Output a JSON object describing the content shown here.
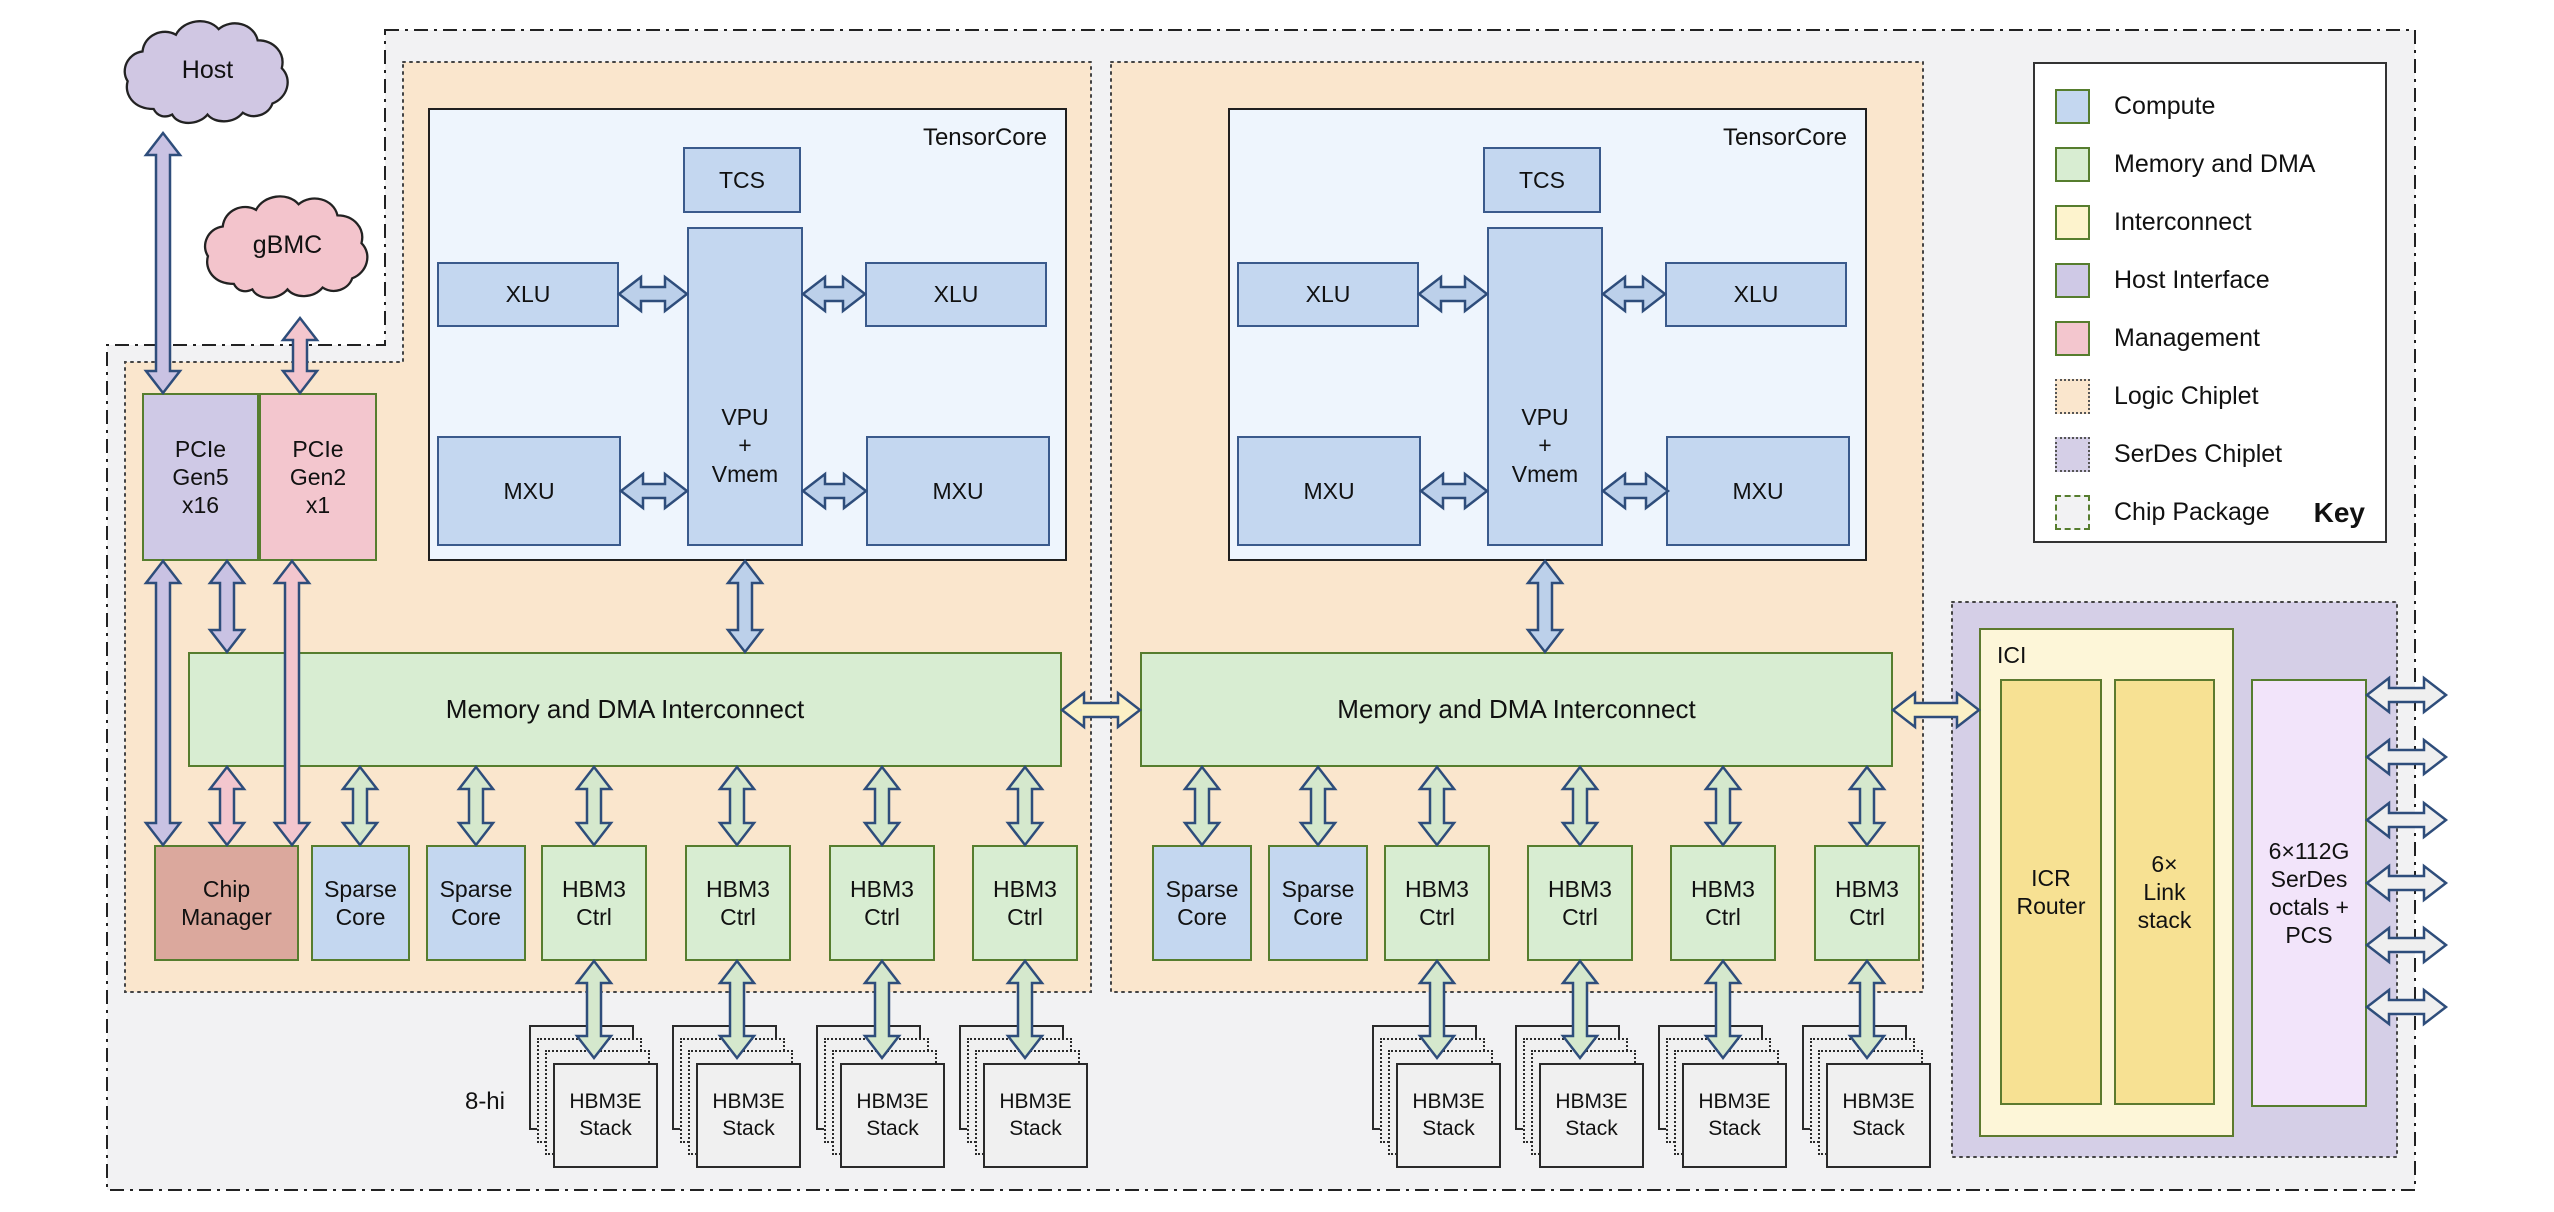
{
  "clouds": {
    "host_label": "Host",
    "gbmc_label": "gBMC"
  },
  "labels": {
    "pcie_gen5": "PCIe\nGen5\nx16",
    "pcie_gen2": "PCIe\nGen2\nx1",
    "chip_manager": "Chip\nManager",
    "sparse_core": "Sparse\nCore",
    "hbm3_ctrl": "HBM3\nCtrl",
    "tensorcore": "TensorCore",
    "tcs": "TCS",
    "xlu": "XLU",
    "vpu": "VPU\n+\nVmem",
    "mxu": "MXU",
    "interconnect": "Memory and DMA Interconnect",
    "hbm3e_stack": "HBM3E\nStack",
    "stack_height": "8-hi",
    "ici": "ICI",
    "icr_router": "ICR\nRouter",
    "link_stack": "6×\nLink\nstack",
    "serdes_octals": "6×112G\nSerDes\noctals +\nPCS"
  },
  "key": {
    "title": "Key",
    "items": [
      {
        "label": "Compute",
        "swatch": "solid",
        "color": "#c4d7f0"
      },
      {
        "label": "Memory and DMA",
        "swatch": "solid",
        "color": "#d8edd2"
      },
      {
        "label": "Interconnect",
        "swatch": "solid",
        "color": "#fdf3cd"
      },
      {
        "label": "Host Interface",
        "swatch": "solid",
        "color": "#cfc9e6"
      },
      {
        "label": "Management",
        "swatch": "solid",
        "color": "#f3c6ce"
      },
      {
        "label": "Logic Chiplet",
        "swatch": "dotted",
        "color": "#fae6cd"
      },
      {
        "label": "SerDes Chiplet",
        "swatch": "dotted",
        "color": "#d5cfe7"
      },
      {
        "label": "Chip Package",
        "swatch": "dashdot",
        "color": "#f2f2f3"
      }
    ]
  },
  "colors": {
    "compute": "#bcd0ea",
    "memory": "#d5e8cd",
    "interconnect": "#fbf0c6",
    "host_interface": "#c9c2e3",
    "management": "#f3c6ce",
    "external": "#efefef",
    "arrow_stroke": "#2e4d7b",
    "logic_chiplet": "#fae6cd",
    "serdes_chiplet": "#d5cfe7",
    "chip_package": "#f2f2f3"
  }
}
